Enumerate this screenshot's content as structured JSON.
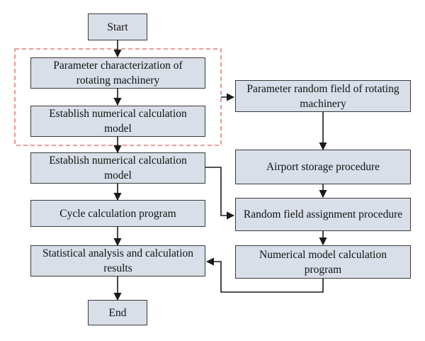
{
  "nodes": {
    "start": "Start",
    "param_char": "Parameter characterization of rotating machinery",
    "establish_model_1": "Establish numerical calculation model",
    "establish_model_2": "Establish numerical calculation model",
    "cycle_calc": "Cycle calculation program",
    "stat_analysis": "Statistical analysis and calculation results",
    "end": "End",
    "random_field": "Parameter random field of rotating machinery",
    "airport_storage": "Airport storage procedure",
    "random_assign": "Random field assignment procedure",
    "numerical_model": "Numerical model calculation program"
  },
  "colors": {
    "box_fill": "#d9dfe8",
    "box_border": "#3a3a3a",
    "group_border": "#e0605a",
    "arrow": "#1a1a1a"
  }
}
